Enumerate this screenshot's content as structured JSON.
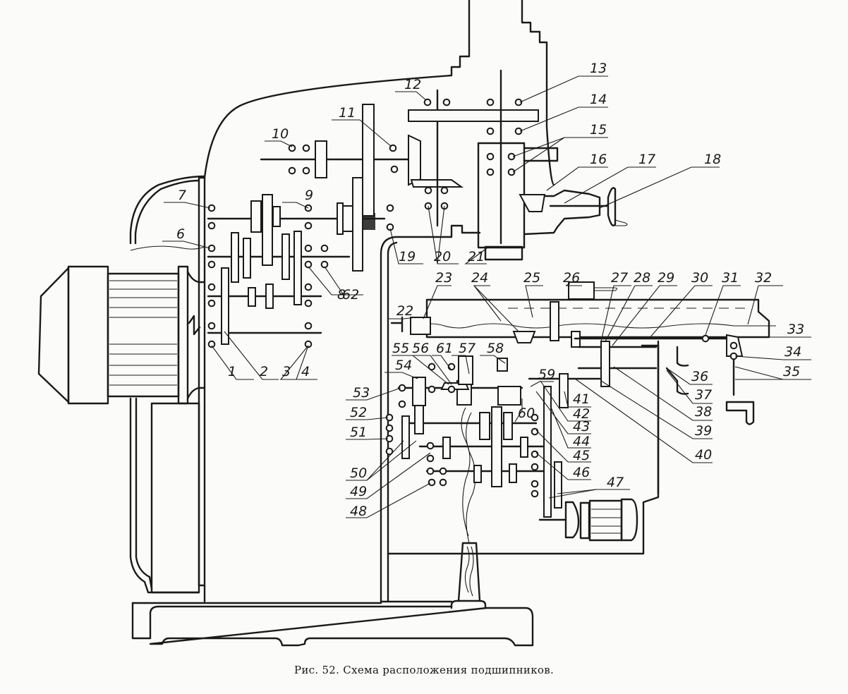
{
  "caption": "Рис. 52. Схема расположения подшипников.",
  "figure": {
    "number": "52",
    "subject": "Схема расположения подшипников",
    "callout_labels": [
      "1",
      "2",
      "3",
      "4",
      "6",
      "7",
      "8",
      "9",
      "10",
      "11",
      "12",
      "13",
      "14",
      "15",
      "16",
      "17",
      "18",
      "19",
      "20",
      "21",
      "22",
      "23",
      "24",
      "25",
      "26",
      "27",
      "28",
      "29",
      "30",
      "31",
      "32",
      "33",
      "34",
      "35",
      "36",
      "37",
      "38",
      "39",
      "40",
      "41",
      "42",
      "43",
      "44",
      "45",
      "46",
      "47",
      "48",
      "49",
      "50",
      "51",
      "52",
      "53",
      "54",
      "55",
      "56",
      "57",
      "58",
      "59",
      "60",
      "61",
      "62"
    ]
  },
  "components": [
    {
      "name": "main-motor",
      "semantic": "motor-icon"
    },
    {
      "name": "column-body",
      "semantic": "machine-column"
    },
    {
      "name": "spindle-gearbox",
      "semantic": "gearbox"
    },
    {
      "name": "overarm-head",
      "semantic": "head"
    },
    {
      "name": "worktable",
      "semantic": "table"
    },
    {
      "name": "feed-gearbox",
      "semantic": "gearbox"
    },
    {
      "name": "feed-motor",
      "semantic": "motor-icon"
    },
    {
      "name": "base",
      "semantic": "machine-base"
    },
    {
      "name": "elevating-screw-support",
      "semantic": "support"
    }
  ]
}
